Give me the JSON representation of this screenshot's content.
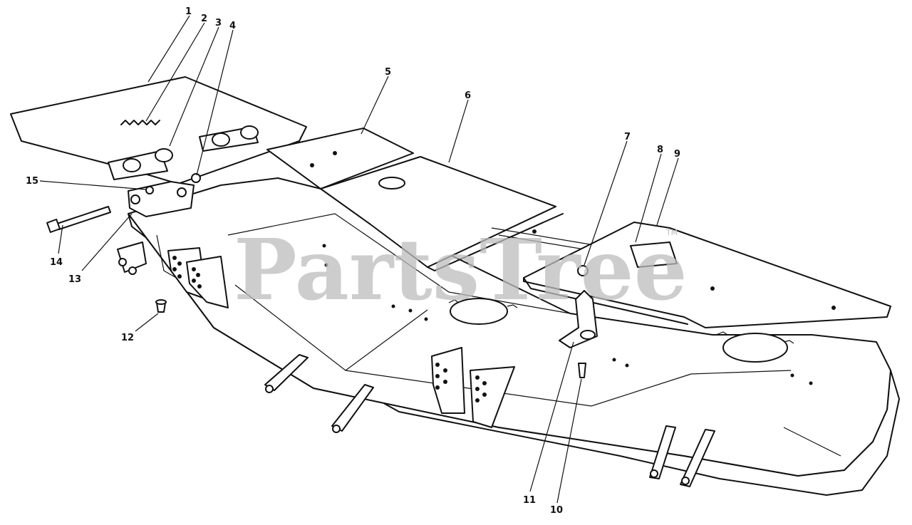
{
  "watermark": {
    "brand": "PartsTree",
    "trademark": "TM"
  },
  "callouts": [
    "1",
    "2",
    "3",
    "4",
    "5",
    "6",
    "7",
    "8",
    "9",
    "10",
    "11",
    "12",
    "13",
    "14",
    "15"
  ]
}
